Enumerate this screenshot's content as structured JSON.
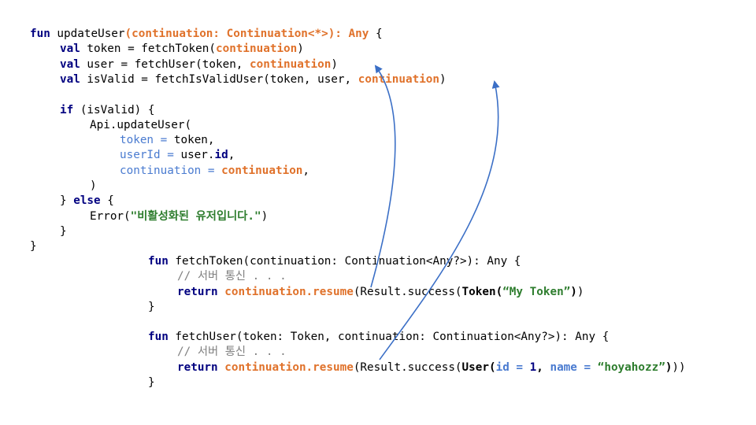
{
  "colors": {
    "keyword": "#000080",
    "continuation": "#e0722b",
    "named_arg": "#4a7bd0",
    "string": "#2e7d2e",
    "comment": "#808080",
    "arrow": "#3b6fc6"
  },
  "code": {
    "update_user": [
      {
        "indent": 0,
        "tokens": [
          [
            "kw",
            "fun"
          ],
          [
            "plain",
            " updateUser"
          ],
          [
            "org",
            "(continuation: Continuation<*>): Any"
          ],
          [
            "plain",
            " {"
          ]
        ]
      },
      {
        "indent": 1,
        "tokens": [
          [
            "kw",
            "val"
          ],
          [
            "plain",
            " token = fetchToken("
          ],
          [
            "org",
            "continuation"
          ],
          [
            "plain",
            ")"
          ]
        ]
      },
      {
        "indent": 1,
        "tokens": [
          [
            "kw",
            "val"
          ],
          [
            "plain",
            " user = fetchUser(token, "
          ],
          [
            "org",
            "continuation"
          ],
          [
            "plain",
            ")"
          ]
        ]
      },
      {
        "indent": 1,
        "tokens": [
          [
            "kw",
            "val"
          ],
          [
            "plain",
            " isValid = fetchIsValidUser(token, user, "
          ],
          [
            "org",
            "continuation"
          ],
          [
            "plain",
            ")"
          ]
        ]
      },
      {
        "indent": 0,
        "tokens": []
      },
      {
        "indent": 1,
        "tokens": [
          [
            "kw",
            "if"
          ],
          [
            "plain",
            " (isValid) {"
          ]
        ]
      },
      {
        "indent": 2,
        "tokens": [
          [
            "plain",
            "Api.updateUser("
          ]
        ]
      },
      {
        "indent": 3,
        "tokens": [
          [
            "blue",
            "token = "
          ],
          [
            "plain",
            "token,"
          ]
        ]
      },
      {
        "indent": 3,
        "tokens": [
          [
            "blue",
            "userId = "
          ],
          [
            "plain",
            "user."
          ],
          [
            "kw",
            "id"
          ],
          [
            "plain",
            ","
          ]
        ]
      },
      {
        "indent": 3,
        "tokens": [
          [
            "blue",
            "continuation = "
          ],
          [
            "org",
            "continuation"
          ],
          [
            "plain",
            ","
          ]
        ]
      },
      {
        "indent": 2,
        "tokens": [
          [
            "plain",
            ")"
          ]
        ]
      },
      {
        "indent": 1,
        "tokens": [
          [
            "plain",
            "} "
          ],
          [
            "kw",
            "else"
          ],
          [
            "plain",
            " {"
          ]
        ]
      },
      {
        "indent": 2,
        "tokens": [
          [
            "plain",
            "Error("
          ],
          [
            "str",
            "\"비활성화된 유저입니다.\""
          ],
          [
            "plain",
            ")"
          ]
        ]
      },
      {
        "indent": 1,
        "tokens": [
          [
            "plain",
            "}"
          ]
        ]
      },
      {
        "indent": 0,
        "tokens": [
          [
            "plain",
            "}"
          ]
        ]
      }
    ],
    "fetch_token": [
      {
        "indent": 0,
        "tokens": [
          [
            "kw",
            "fun"
          ],
          [
            "plain",
            " fetchToken(continuation: Continuation<Any?>): Any {"
          ]
        ]
      },
      {
        "indent": 1,
        "tokens": [
          [
            "com",
            "// 서버 통신 . . ."
          ]
        ]
      },
      {
        "indent": 1,
        "tokens": [
          [
            "kw",
            "return"
          ],
          [
            "plain",
            " "
          ],
          [
            "org",
            "continuation.resume"
          ],
          [
            "plain",
            "(Result.success("
          ],
          [
            "bold",
            "Token("
          ],
          [
            "str",
            "“My Token”"
          ],
          [
            "bold",
            ")"
          ],
          [
            "plain",
            ")"
          ]
        ]
      },
      {
        "indent": 0,
        "tokens": [
          [
            "plain",
            "}"
          ]
        ]
      }
    ],
    "fetch_user": [
      {
        "indent": 0,
        "tokens": [
          [
            "kw",
            "fun"
          ],
          [
            "plain",
            " fetchUser(token: Token, continuation: Continuation<Any?>): Any {"
          ]
        ]
      },
      {
        "indent": 1,
        "tokens": [
          [
            "com",
            "// 서버 통신 . . ."
          ]
        ]
      },
      {
        "indent": 1,
        "tokens": [
          [
            "kw",
            "return"
          ],
          [
            "plain",
            " "
          ],
          [
            "org",
            "continuation.resume"
          ],
          [
            "plain",
            "(Result.success("
          ],
          [
            "bold",
            "User("
          ],
          [
            "blueb",
            "id = "
          ],
          [
            "kw",
            "1"
          ],
          [
            "bold",
            ", "
          ],
          [
            "blueb",
            "name = "
          ],
          [
            "str",
            "“hoyahozz”"
          ],
          [
            "bold",
            ")"
          ],
          [
            "plain",
            "))"
          ]
        ]
      },
      {
        "indent": 0,
        "tokens": [
          [
            "plain",
            "}"
          ]
        ]
      }
    ]
  }
}
